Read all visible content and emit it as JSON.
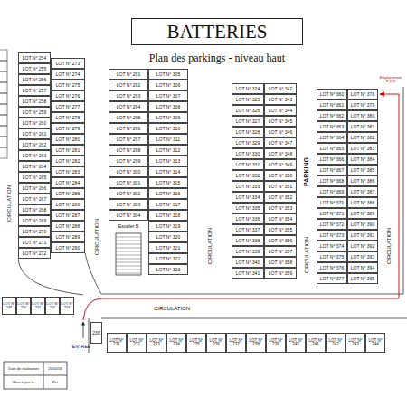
{
  "diagram": {
    "title": "BATTERIES",
    "nodes": [
      {
        "text": [
          "LOT N° 254"
        ]
      },
      {
        "text": [
          "LOT N° 255"
        ]
      },
      {
        "text": [
          "LOT N° 256"
        ]
      },
      {
        "text": [
          "LOT N° 257"
        ]
      },
      {
        "text": [
          "LOT N° 258"
        ]
      },
      {
        "text": [
          "LOT N° 259"
        ]
      },
      {
        "text": [
          "LOT N° 260"
        ]
      },
      {
        "text": [
          "LOT N° 261"
        ]
      },
      {
        "text": [
          "LOT N° 262"
        ]
      },
      {
        "text": [
          "LOT N° 263"
        ]
      },
      {
        "text": [
          "LOT N° 264"
        ]
      },
      {
        "text": [
          "LOT N° 265"
        ]
      },
      {
        "text": [
          "LOT N° 266"
        ]
      },
      {
        "text": [
          "LOT N° 267"
        ]
      },
      {
        "text": [
          "LOT N° 268"
        ]
      },
      {
        "text": [
          "LOT N° 269"
        ]
      },
      {
        "text": [
          "LOT N° 270"
        ]
      },
      {
        "text": [
          "LOT N° 271"
        ]
      },
      {
        "text": [
          "LOT N° 272"
        ]
      },
      {
        "text": [
          "LOT N° 273"
        ]
      },
      {
        "text": [
          "LOT N° 274"
        ]
      },
      {
        "text": [
          "LOT N° 275"
        ]
      },
      {
        "text": [
          "LOT N° 276"
        ]
      },
      {
        "text": [
          "LOT N° 277"
        ]
      },
      {
        "text": [
          "LOT N° 278"
        ]
      },
      {
        "text": [
          "LOT N° 279"
        ]
      },
      {
        "text": [
          "LOT N° 280"
        ]
      },
      {
        "text": [
          "LOT N° 281"
        ]
      },
      {
        "text": [
          "LOT N° 282"
        ]
      },
      {
        "text": [
          "LOT N° 283"
        ]
      },
      {
        "text": [
          "LOT N° 284"
        ]
      },
      {
        "text": [
          "LOT N° 285"
        ]
      },
      {
        "text": [
          "LOT N° 286"
        ]
      },
      {
        "text": [
          "LOT N° 287"
        ]
      },
      {
        "text": [
          "LOT N° 288"
        ]
      },
      {
        "text": [
          "LOT N° 289"
        ]
      },
      {
        "text": [
          "LOT N° 290"
        ]
      },
      {
        "text": [
          "LOT N° 291"
        ]
      },
      {
        "text": [
          "LOT N° 292"
        ]
      },
      {
        "text": [
          "LOT N° 293"
        ]
      },
      {
        "text": [
          "LOT N° 294"
        ]
      },
      {
        "text": [
          "LOT N° 295"
        ]
      },
      {
        "text": [
          "LOT N° 296"
        ]
      },
      {
        "text": [
          "LOT N° 297"
        ]
      },
      {
        "text": [
          "LOT N° 298"
        ]
      },
      {
        "text": [
          "LOT N° 299"
        ]
      },
      {
        "text": [
          "LOT N° 300"
        ]
      },
      {
        "text": [
          "LOT N° 301"
        ]
      },
      {
        "text": [
          "LOT N° 302"
        ]
      },
      {
        "text": [
          "LOT N° 303"
        ]
      },
      {
        "text": [
          "LOT N° 304"
        ]
      },
      {
        "text": [
          "LOT N° 305"
        ]
      },
      {
        "text": [
          "LOT N° 306"
        ]
      },
      {
        "text": [
          "LOT N° 307"
        ]
      },
      {
        "text": [
          "LOT N° 308"
        ]
      },
      {
        "text": [
          "LOT N° 309"
        ]
      },
      {
        "text": [
          "LOT N° 310"
        ]
      },
      {
        "text": [
          "LOT N° 311"
        ]
      },
      {
        "text": [
          "LOT N° 312"
        ]
      },
      {
        "text": [
          "LOT N° 313"
        ]
      },
      {
        "text": [
          "LOT N° 314"
        ]
      },
      {
        "text": [
          "LOT N° 315"
        ]
      },
      {
        "text": [
          "LOT N° 316"
        ]
      },
      {
        "text": [
          "LOT N° 317"
        ]
      },
      {
        "text": [
          "LOT N° 318"
        ]
      },
      {
        "text": [
          "LOT N° 319"
        ]
      },
      {
        "text": [
          "LOT N° 320"
        ]
      },
      {
        "text": [
          "LOT N° 321"
        ]
      },
      {
        "text": [
          "LOT N° 322"
        ]
      },
      {
        "text": [
          "LOT N° 323"
        ]
      },
      {
        "text": [
          "LOT N° 324"
        ]
      },
      {
        "text": [
          "LOT N° 325"
        ]
      },
      {
        "text": [
          "LOT N° 326"
        ]
      },
      {
        "text": [
          "LOT N° 327"
        ]
      },
      {
        "text": [
          "LOT N° 328"
        ]
      },
      {
        "text": [
          "LOT N° 329"
        ]
      },
      {
        "text": [
          "LOT N° 330"
        ]
      },
      {
        "text": [
          "LOT N° 331"
        ]
      },
      {
        "text": [
          "LOT N° 332"
        ]
      },
      {
        "text": [
          "LOT N° 333"
        ]
      },
      {
        "text": [
          "LOT N° 334"
        ]
      },
      {
        "text": [
          "LOT N° 335"
        ]
      },
      {
        "text": [
          "LOT N° 336"
        ]
      },
      {
        "text": [
          "LOT N° 337"
        ]
      },
      {
        "text": [
          "LOT N° 338"
        ]
      },
      {
        "text": [
          "LOT N° 339"
        ]
      },
      {
        "text": [
          "LOT N° 340"
        ]
      },
      {
        "text": [
          "LOT N° 341"
        ]
      },
      {
        "text": [
          "LOT N° 342"
        ]
      },
      {
        "text": [
          "LOT N° 343"
        ]
      },
      {
        "text": [
          "LOT N° 344"
        ]
      },
      {
        "text": [
          "LOT N° 345"
        ]
      },
      {
        "text": [
          "LOT N° 346"
        ]
      },
      {
        "text": [
          "LOT N° 347"
        ]
      },
      {
        "text": [
          "LOT N° 348"
        ]
      },
      {
        "text": [
          "LOT N° 349"
        ]
      },
      {
        "text": [
          "LOT N° 350"
        ]
      },
      {
        "text": [
          "LOT N° 351"
        ]
      },
      {
        "text": [
          "LOT N° 352"
        ]
      },
      {
        "text": [
          "LOT N° 353"
        ]
      },
      {
        "text": [
          "LOT N° 354"
        ]
      },
      {
        "text": [
          "LOT N° 355"
        ]
      },
      {
        "text": [
          "LOT N° 356"
        ]
      },
      {
        "text": [
          "LOT N° 357"
        ]
      },
      {
        "text": [
          "LOT N° 358"
        ]
      },
      {
        "text": [
          "LOT N° 359"
        ]
      },
      {
        "text": [
          "LOT N° 360"
        ]
      },
      {
        "text": [
          "LOT N° 361"
        ]
      },
      {
        "text": [
          "LOT N° 362"
        ]
      },
      {
        "text": [
          "LOT N° 363"
        ]
      },
      {
        "text": [
          "LOT N° 364"
        ]
      },
      {
        "text": [
          "LOT N° 365"
        ]
      },
      {
        "text": [
          "LOT N° 366"
        ]
      },
      {
        "text": [
          "LOT N° 367"
        ]
      },
      {
        "text": [
          "LOT N° 368"
        ]
      },
      {
        "text": [
          "LOT N° 369"
        ]
      },
      {
        "text": [
          "LOT N° 370"
        ]
      },
      {
        "text": [
          "LOT N° 371"
        ]
      },
      {
        "text": [
          "LOT N° 372"
        ]
      },
      {
        "text": [
          "LOT N° 373"
        ]
      },
      {
        "text": [
          "LOT N° 374"
        ]
      },
      {
        "text": [
          "LOT N° 375"
        ]
      },
      {
        "text": [
          "LOT N° 376"
        ]
      },
      {
        "text": [
          "LOT N° 377"
        ]
      },
      {
        "text": [
          "LOT N° 378"
        ]
      },
      {
        "text": [
          "LOT N° 379"
        ]
      },
      {
        "text": [
          "LOT N° 380"
        ]
      },
      {
        "text": [
          "LOT N° 381"
        ]
      },
      {
        "text": [
          "LOT N° 382"
        ]
      },
      {
        "text": [
          "LOT N° 383"
        ]
      },
      {
        "text": [
          "LOT N° 384"
        ]
      },
      {
        "text": [
          "LOT N° 385"
        ]
      },
      {
        "text": [
          "LOT N° 386"
        ]
      },
      {
        "text": [
          "LOT N° 387"
        ]
      },
      {
        "text": [
          "LOT N° 388"
        ]
      },
      {
        "text": [
          "LOT N° 389"
        ]
      },
      {
        "text": [
          "LOT N° 390"
        ]
      },
      {
        "text": [
          "LOT N° 391"
        ]
      },
      {
        "text": [
          "LOT N° 392"
        ]
      },
      {
        "text": [
          "LOT N° 393"
        ]
      },
      {
        "text": [
          "LOT N° 394"
        ]
      },
      {
        "text": [
          "LOT N° 395"
        ]
      },
      {
        "text": [
          "LOT N° 249"
        ]
      },
      {
        "text": [
          "LOT N° 250"
        ]
      },
      {
        "text": [
          "LOT N° 251"
        ]
      },
      {
        "text": [
          "LOT N° 252"
        ]
      },
      {
        "text": [
          "LOT N° 253"
        ]
      },
      {
        "text": [
          "230"
        ]
      },
      {
        "text": [
          "LOT N° 231"
        ]
      },
      {
        "text": [
          "LOT N° 232"
        ]
      },
      {
        "text": [
          "LOT N° 233"
        ]
      },
      {
        "text": [
          "LOT N° 234"
        ]
      },
      {
        "text": [
          "LOT N° 235"
        ]
      },
      {
        "text": [
          "LOT N° 236"
        ]
      },
      {
        "text": [
          "LOT N° 237"
        ]
      },
      {
        "text": [
          "LOT N° 238"
        ]
      },
      {
        "text": [
          "LOT N° 239"
        ]
      },
      {
        "text": [
          "LOT N° 240"
        ]
      },
      {
        "text": [
          "LOT N° 241"
        ]
      },
      {
        "text": [
          "LOT N° 242"
        ]
      },
      {
        "text": [
          "LOT N° 243"
        ]
      },
      {
        "text": [
          "LOT N° 244"
        ]
      }
    ],
    "labels": [
      "Plan des parkings - niveau haut",
      "CIRCULATION",
      "CIRCULATION",
      "CIRCULATION",
      "CIRCULATION",
      "CIRCULATION",
      "CIRCULATION",
      "PARKING",
      "Escalier B",
      "ENTREE",
      "Emplacement n°378",
      "Date de réalisation",
      "20/10/16",
      "Mise à jour le",
      "Par"
    ]
  }
}
